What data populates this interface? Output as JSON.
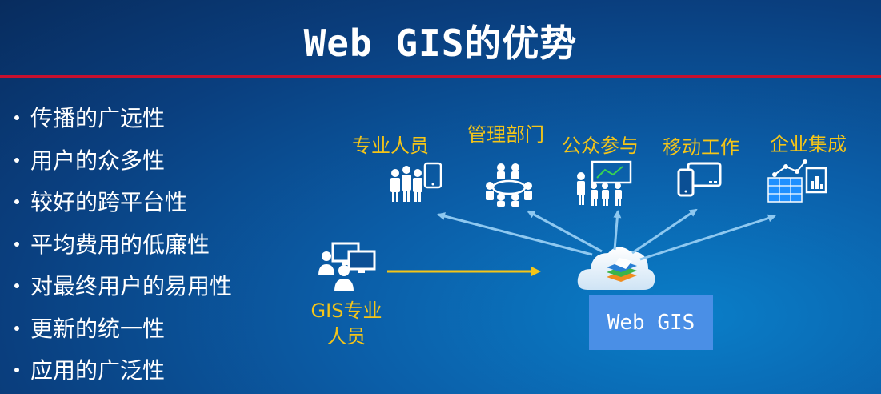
{
  "slide": {
    "title": "Web GIS的优势",
    "bullets": [
      "传播的广远性",
      "用户的众多性",
      "较好的跨平台性",
      "平均费用的低廉性",
      "对最终用户的易用性",
      "更新的统一性",
      "应用的广泛性"
    ],
    "categories": [
      {
        "label": "专业人员",
        "icon": "professionals-tablet-icon"
      },
      {
        "label": "管理部门",
        "icon": "meeting-icon"
      },
      {
        "label": "公众参与",
        "icon": "presentation-audience-icon"
      },
      {
        "label": "移动工作",
        "icon": "mobile-devices-icon"
      },
      {
        "label": "企业集成",
        "icon": "enterprise-data-icon"
      }
    ],
    "gis_professionals": {
      "label_line1": "GIS专业",
      "label_line2": "人员",
      "icon": "gis-users-computers-icon"
    },
    "web_gis": {
      "label": "Web GIS",
      "icon": "cloud-layers-icon"
    },
    "colors": {
      "accent_yellow": "#f5c518",
      "divider_red": "#c8102e",
      "box_blue": "#4a8fe6",
      "arrow_blue": "#8ec8f0"
    }
  }
}
